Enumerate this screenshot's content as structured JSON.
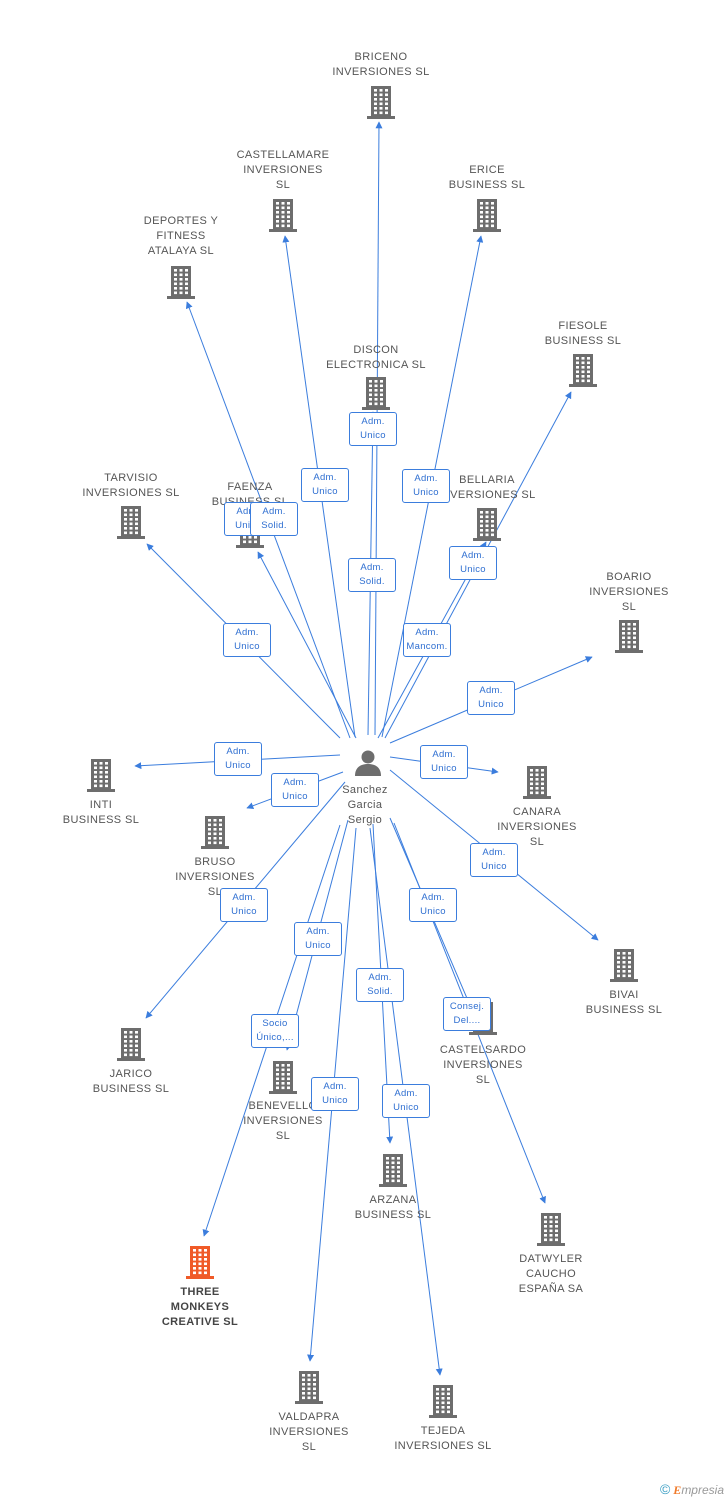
{
  "center": {
    "name": "Sanchez\nGarcia\nSergio"
  },
  "companies": [
    {
      "id": "briceno",
      "name": "BRICENO\nINVERSIONES SL"
    },
    {
      "id": "castellamare",
      "name": "CASTELLAMARE\nINVERSIONES\nSL"
    },
    {
      "id": "erice",
      "name": "ERICE\nBUSINESS SL"
    },
    {
      "id": "deportes",
      "name": "DEPORTES Y\nFITNESS\nATALAYA SL"
    },
    {
      "id": "discon",
      "name": "DISCON\nELECTRONICA SL"
    },
    {
      "id": "fiesole",
      "name": "FIESOLE\nBUSINESS SL"
    },
    {
      "id": "tarvisio",
      "name": "TARVISIO\nINVERSIONES SL"
    },
    {
      "id": "faenza",
      "name": "FAENZA\nBUSINESS SL"
    },
    {
      "id": "bellaria",
      "name": "BELLARIA\nINVERSIONES SL"
    },
    {
      "id": "boario",
      "name": "BOARIO\nINVERSIONES\nSL"
    },
    {
      "id": "inti",
      "name": "INTI\nBUSINESS SL"
    },
    {
      "id": "canara",
      "name": "CANARA\nINVERSIONES\nSL"
    },
    {
      "id": "bruso",
      "name": "BRUSO\nINVERSIONES\nSL"
    },
    {
      "id": "bivai",
      "name": "BIVAI\nBUSINESS SL"
    },
    {
      "id": "jarico",
      "name": "JARICO\nBUSINESS SL"
    },
    {
      "id": "castelsardo",
      "name": "CASTELSARDO\nINVERSIONES\nSL"
    },
    {
      "id": "benevello",
      "name": "BENEVELLO\nINVERSIONES\nSL"
    },
    {
      "id": "arzana",
      "name": "ARZANA\nBUSINESS SL"
    },
    {
      "id": "datwyler",
      "name": "DATWYLER\nCAUCHO\nESPAÑA SA"
    },
    {
      "id": "threemonkeys",
      "name": "THREE\nMONKEYS\nCREATIVE SL",
      "highlight": true
    },
    {
      "id": "valdapra",
      "name": "VALDAPRA\nINVERSIONES\nSL"
    },
    {
      "id": "tejeda",
      "name": "TEJEDA\nINVERSIONES SL"
    }
  ],
  "relations": [
    {
      "to": "briceno",
      "role": "Adm.\nSolid."
    },
    {
      "to": "castellamare",
      "role": "Adm.\nUnico"
    },
    {
      "to": "erice",
      "role": "Adm.\nUnico"
    },
    {
      "to": "deportes",
      "role": "Adm.\nUnico"
    },
    {
      "to": "discon",
      "role": "Adm.\nUnico"
    },
    {
      "to": "fiesole",
      "role": "Adm.\nUnico"
    },
    {
      "to": "tarvisio",
      "role": "Adm.\nUnico"
    },
    {
      "to": "faenza",
      "role": "Adm.\nSolid."
    },
    {
      "to": "bellaria",
      "role": "Adm.\nMancom."
    },
    {
      "to": "boario",
      "role": "Adm.\nUnico"
    },
    {
      "to": "inti",
      "role": "Adm.\nUnico"
    },
    {
      "to": "canara",
      "role": "Adm.\nUnico"
    },
    {
      "to": "bruso",
      "role": "Adm.\nUnico"
    },
    {
      "to": "bivai",
      "role": "Adm.\nUnico"
    },
    {
      "to": "jarico",
      "role": "Adm.\nUnico"
    },
    {
      "to": "castelsardo",
      "role": "Adm.\nUnico"
    },
    {
      "to": "benevello",
      "role": "Adm.\nUnico"
    },
    {
      "to": "arzana",
      "role": "Adm.\nSolid."
    },
    {
      "to": "datwyler",
      "role": "Consej.\nDel...."
    },
    {
      "to": "threemonkeys",
      "role": "Socio\nÚnico,..."
    },
    {
      "to": "valdapra",
      "role": "Adm.\nUnico"
    },
    {
      "to": "tejeda",
      "role": "Adm.\nUnico"
    }
  ],
  "colors": {
    "edge": "#3b7ddd",
    "building": "#6d6d6d",
    "highlight": "#f05a28"
  },
  "footer": {
    "copyright": "©",
    "brand_e": "E",
    "brand_rest": "mpresia"
  }
}
